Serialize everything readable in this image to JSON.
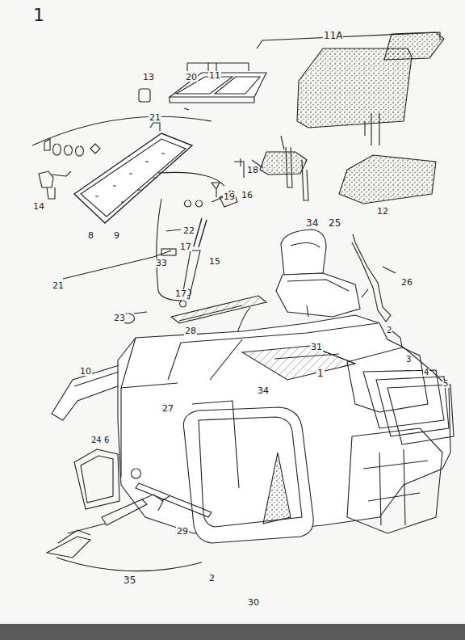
{
  "diagram": {
    "labels": [
      "1",
      "20",
      "11",
      "13",
      "21",
      "18",
      "19",
      "14",
      "8",
      "9",
      "22",
      "33",
      "21",
      "16",
      "17",
      "15",
      "17",
      "23",
      "11A",
      "12",
      "34",
      "25",
      "26",
      "28",
      "31",
      "2",
      "3",
      "4",
      "5",
      "1",
      "34",
      "10",
      "27",
      "24",
      "6",
      "29",
      "2",
      "30",
      "35"
    ]
  }
}
